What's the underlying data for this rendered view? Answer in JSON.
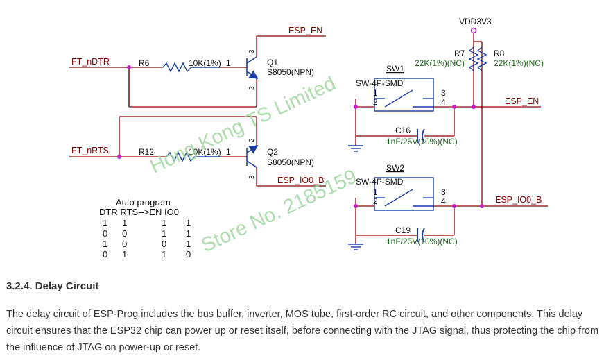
{
  "schematic": {
    "nets": {
      "esp_en": "ESP_EN",
      "esp_io0_b": "ESP_IO0_B",
      "ft_ndtr": "FT_nDTR",
      "ft_nrts": "FT_nRTS",
      "vdd": "VDD3V3"
    },
    "r6": {
      "ref": "R6",
      "value": "10K(1%)",
      "pin": "1"
    },
    "r12": {
      "ref": "R12",
      "value": "10K(1%)",
      "pin": "1"
    },
    "q1": {
      "ref": "Q1",
      "part": "S8050(NPN)",
      "pin_c": "3",
      "pin_e": "2"
    },
    "q2": {
      "ref": "Q2",
      "part": "S8050(NPN)",
      "pin_c": "2",
      "pin_e": "3"
    },
    "r7": {
      "ref": "R7",
      "value": "22K(1%)(NC)"
    },
    "r8": {
      "ref": "R8",
      "value": "22K(1%)(NC)"
    },
    "sw1": {
      "ref": "SW1",
      "part": "SW-4P-SMD",
      "p1": "1",
      "p2": "2",
      "p3": "3",
      "p4": "4"
    },
    "sw2": {
      "ref": "SW2",
      "part": "SW-4P-SMD",
      "p1": "1",
      "p2": "2",
      "p3": "3",
      "p4": "4"
    },
    "c16": {
      "ref": "C16",
      "value": "1nF/25V(10%)(NC)"
    },
    "c19": {
      "ref": "C19",
      "value": "1nF/25V(10%)(NC)"
    },
    "truth_table": {
      "title": "Auto program",
      "header": "DTR RTS-->EN IO0",
      "rows": [
        [
          "1",
          "1",
          "1",
          "1"
        ],
        [
          "0",
          "0",
          "1",
          "1"
        ],
        [
          "1",
          "0",
          "0",
          "1"
        ],
        [
          "0",
          "1",
          "1",
          "0"
        ]
      ]
    },
    "watermark": {
      "line1": "Hong Kong TS Limited",
      "line2": "Store No. 2185159"
    }
  },
  "section": {
    "heading": "3.2.4. Delay Circuit",
    "body": "The delay circuit of ESP-Prog includes the bus buffer, inverter, MOS tube, first-order RC circuit, and other components. This delay circuit ensures that the ESP32 chip can power up or reset itself, before connecting with the JTAG signal, thus protecting the chip from the influence of JTAG on power-up or reset."
  },
  "colors": {
    "wire": "#8b0000",
    "part": "#1a3fa8",
    "net_label": "#8b0000",
    "value_text": "#1f6b1f",
    "junction": "#c81fc8",
    "watermark": "#9fd79f"
  }
}
